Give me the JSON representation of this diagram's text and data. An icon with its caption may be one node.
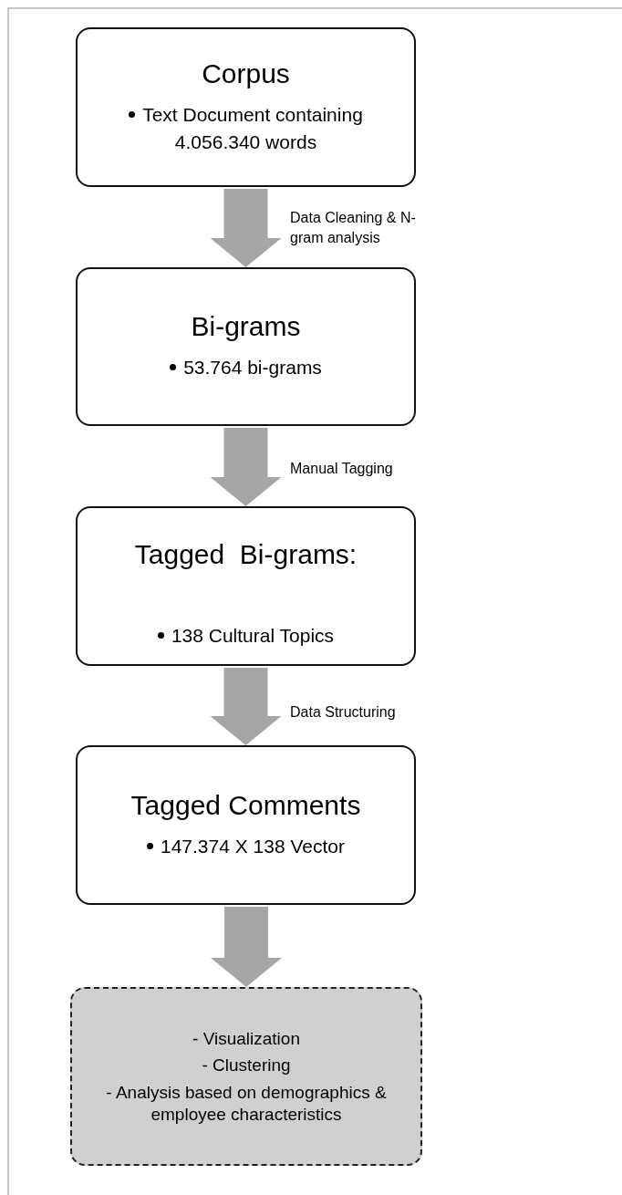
{
  "diagram": {
    "nodes": [
      {
        "text": [
          "Corpus",
          "Text Document containing 4.056.340 words"
        ]
      },
      {
        "text": [
          "Bi-grams",
          "53.764 bi-grams"
        ]
      },
      {
        "text": [
          "Tagged  Bi-grams:",
          "138 Cultural Topics"
        ]
      },
      {
        "text": [
          "Tagged Comments",
          "147.374 X 138 Vector"
        ]
      },
      {
        "text": [
          "- Visualization",
          "- Clustering",
          "- Analysis based on demographics & employee characteristics"
        ]
      }
    ],
    "edges": [
      {
        "from": 0,
        "to": 1,
        "arrow": "to",
        "label": "Data Cleaning & N-gram analysis"
      },
      {
        "from": 1,
        "to": 2,
        "arrow": "to",
        "label": "Manual Tagging"
      },
      {
        "from": 2,
        "to": 3,
        "arrow": "to",
        "label": "Data Structuring"
      },
      {
        "from": 3,
        "to": 4,
        "arrow": "to"
      }
    ]
  }
}
